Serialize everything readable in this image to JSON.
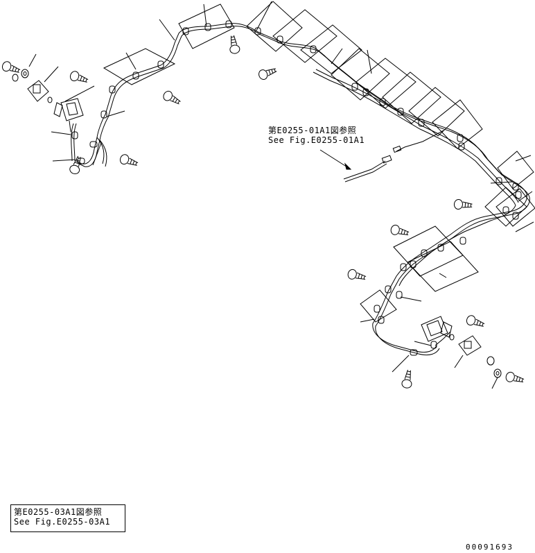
{
  "references": {
    "ref1": {
      "jp": "第E0255-01A1図参照",
      "en": "See Fig.E0255-01A1"
    },
    "ref2": {
      "jp": "第E0255-03A1図参照",
      "en": "See Fig.E0255-03A1"
    }
  },
  "drawing_number": "00091693"
}
